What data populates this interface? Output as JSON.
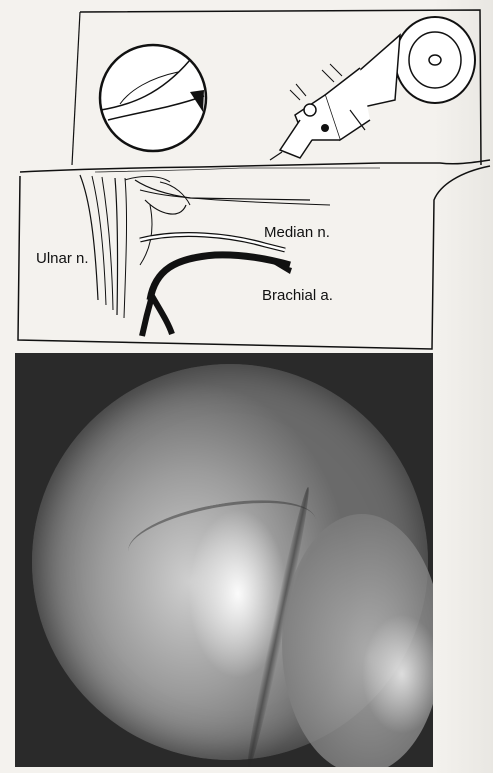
{
  "figure": {
    "labels": {
      "ulnar": "Ulnar n.",
      "median": "Median n.",
      "brachial": "Brachial a."
    }
  }
}
